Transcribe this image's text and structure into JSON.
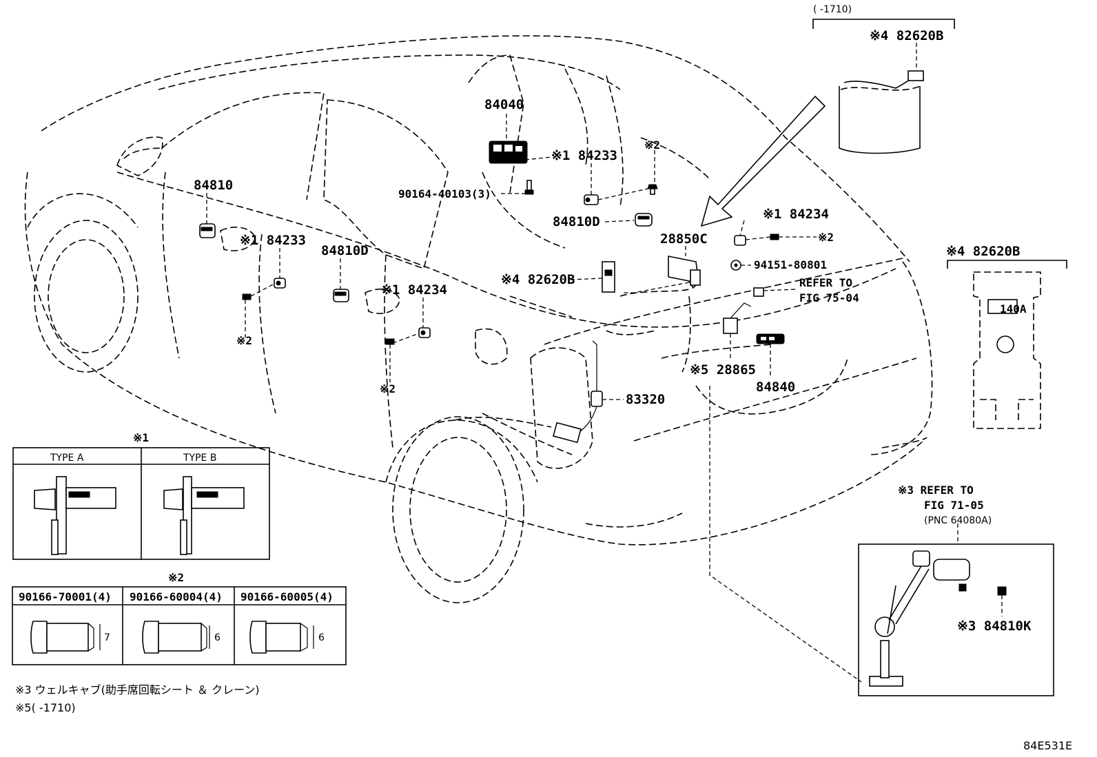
{
  "diagram": {
    "code": "84E531E",
    "range_top": "(      -1710)",
    "labels": {
      "p84040": "84040",
      "p84233_top": "※1 84233",
      "mark2_top": "※2",
      "p90164": "90164-40103(3)",
      "p84810": "84810",
      "p84810d_top": "84810D",
      "p84234_top": "※1 84234",
      "mark2_right": "※2",
      "p28850c": "28850C",
      "p94151": "94151-80801",
      "refer_75_1": "REFER TO",
      "refer_75_2": "FIG 75-04",
      "p82620b_mid": "※4 82620B",
      "p84233_left": "※1 84233",
      "p84810d_mid": "84810D",
      "p84234_mid": "※1 84234",
      "mark2_left": "※2",
      "mark2_mid": "※2",
      "p28865": "※5 28865",
      "p84840": "84840",
      "p83320": "83320",
      "p82620b_battery": "※4 82620B",
      "p82620b_fuse": "※4 82620B",
      "fuse_text": "140A",
      "refer_71_1": "※3 REFER TO",
      "refer_71_2": "FIG 71-05",
      "refer_71_3": "(PNC 64080A)",
      "p84810k": "※3 84810K"
    }
  },
  "table1": {
    "title": "※1",
    "type_a": "TYPE A",
    "type_b": "TYPE B"
  },
  "table2": {
    "title": "※2",
    "cols": [
      {
        "part": "90166-70001(4)",
        "dim": "7"
      },
      {
        "part": "90166-60004(4)",
        "dim": "6"
      },
      {
        "part": "90166-60005(4)",
        "dim": "6"
      }
    ]
  },
  "notes": {
    "note3": "※3 ウェルキャブ(助手席回転シート ＆ クレーン)",
    "note5": "※5(      -1710)"
  }
}
